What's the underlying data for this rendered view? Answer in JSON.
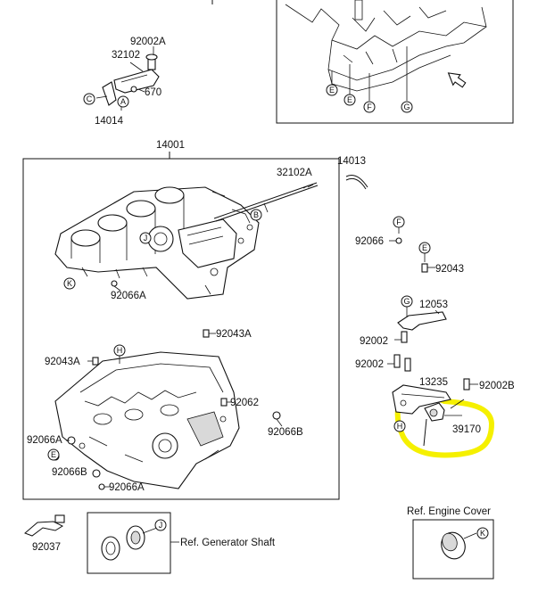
{
  "labels": {
    "p92002A_top": "92002A",
    "p32102_top": "32102",
    "p670": "670",
    "p14014": "14014",
    "p14001": "14001",
    "p14013": "14013",
    "p32102A": "32102A",
    "p92066A_upper": "92066A",
    "p92066": "92066",
    "p92043": "92043",
    "p12053": "12053",
    "p92002_a": "92002",
    "p92002_b": "92002",
    "p13235": "13235",
    "p92002B": "92002B",
    "p39170": "39170",
    "p92043A_left": "92043A",
    "p92043A_right": "92043A",
    "p92062": "92062",
    "p92066A_left": "92066A",
    "p92066B_left": "92066B",
    "p92066A_bottom": "92066A",
    "p92066B_right": "92066B",
    "p92037": "92037",
    "ref_generator": "Ref. Generator Shaft",
    "ref_engine_cover": "Ref. Engine Cover"
  },
  "callouts": {
    "C": "C",
    "A": "A",
    "B": "B",
    "K": "K",
    "J": "J",
    "H": "H",
    "E": "E",
    "F": "F",
    "G": "G"
  },
  "highlight": {
    "color": "#f5f000"
  }
}
